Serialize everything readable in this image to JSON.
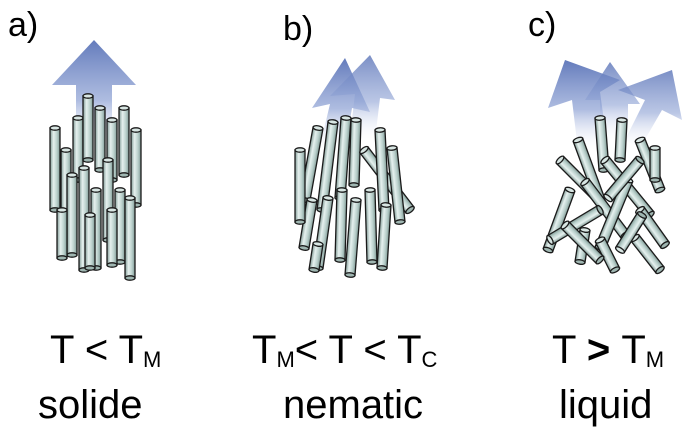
{
  "panels": [
    {
      "label": "a)",
      "condition": {
        "p1": "T < T",
        "s1": "M",
        "p2": "",
        "s2": "",
        "p3": "",
        "s3": ""
      },
      "phase": "solide"
    },
    {
      "label": "b)",
      "condition": {
        "p1": "T",
        "s1": "M",
        "p2": "< T < T",
        "s2": "C",
        "p3": "",
        "s3": ""
      },
      "phase": "nematic"
    },
    {
      "label": "c)",
      "condition": {
        "p1": "T ",
        "s1": "",
        "p2": "> ",
        "s2": "",
        "p3": "T",
        "s3": "M"
      },
      "phase": "liquid"
    }
  ],
  "colors": {
    "rod_fill_light": "#e6f1ef",
    "rod_fill_mid": "#b9cfcb",
    "rod_fill_dark": "#7f9994",
    "rod_outline": "#1a1a1a",
    "arrow_top": "#5b74b8",
    "arrow_bottom": "#ffffff"
  }
}
